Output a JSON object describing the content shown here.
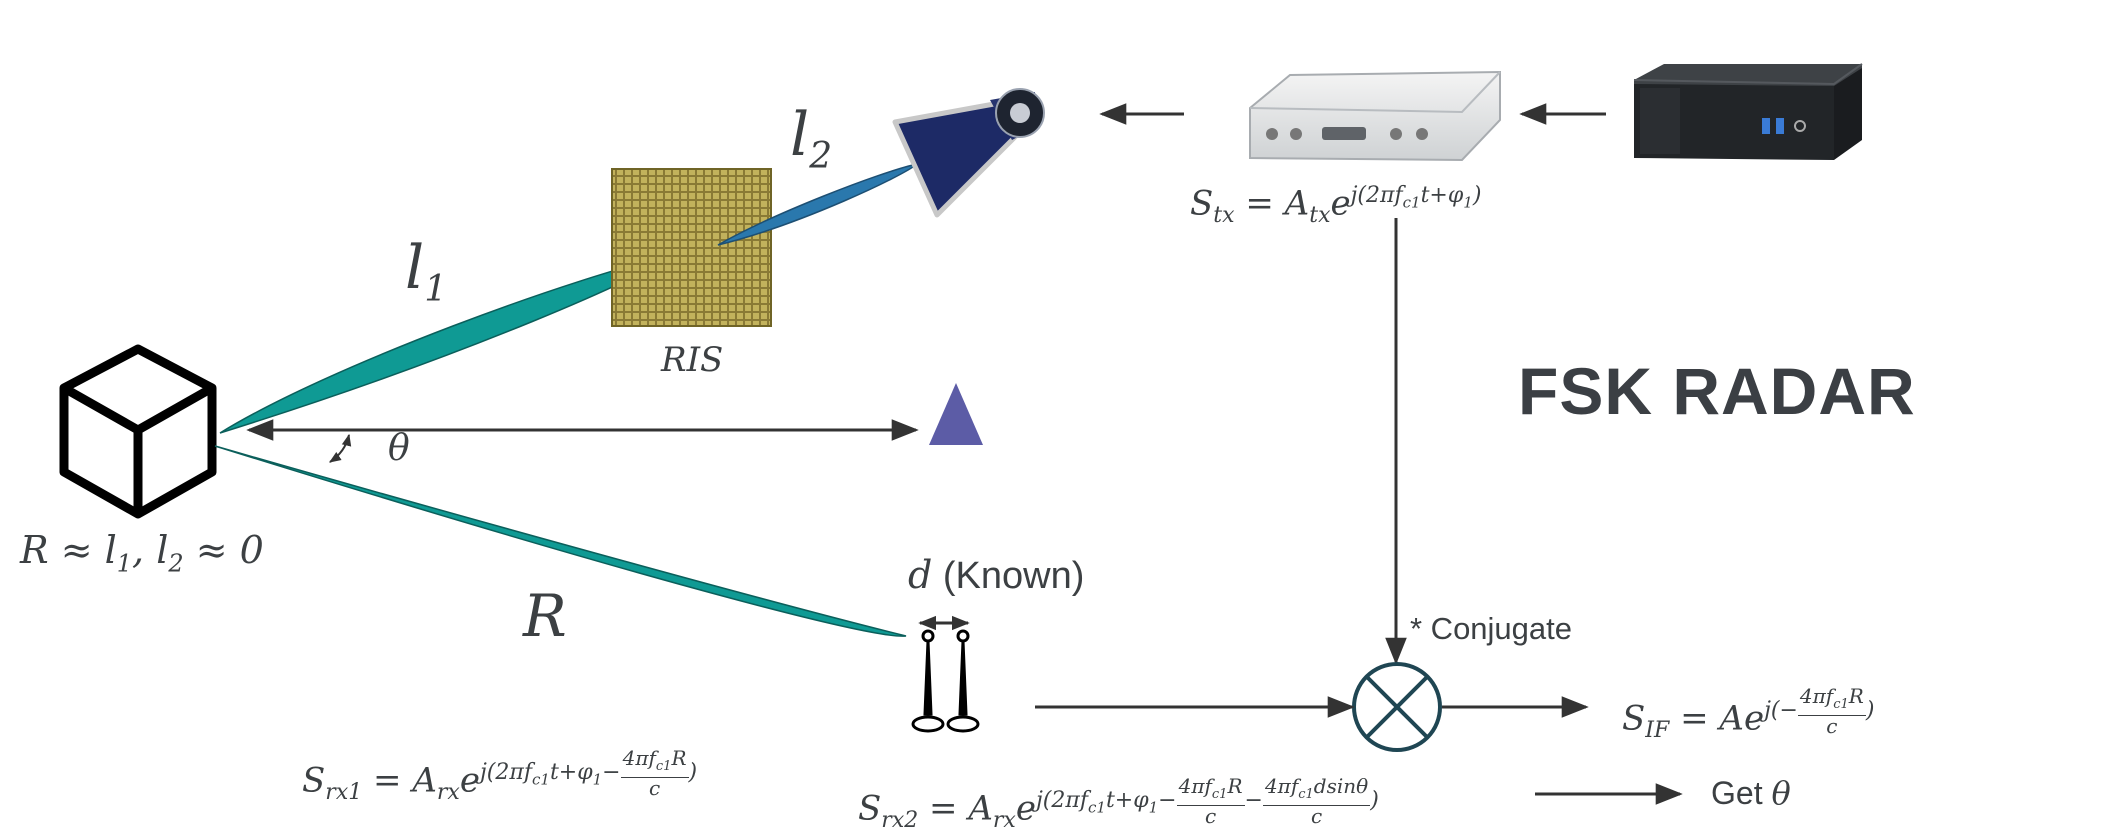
{
  "title": "FSK RADAR",
  "labels": {
    "l1": "l",
    "l1_sub": "1",
    "l2": "l",
    "l2_sub": "2",
    "ris": "RIS",
    "theta": "θ",
    "range_r": "R",
    "approx_lhs": "R ≈ l",
    "approx_sub1": "1",
    "approx_mid": ", l",
    "approx_sub2": "2",
    "approx_rhs": " ≈ 0",
    "d_symbol": "d",
    "d_known": " (Known)",
    "conjugate": "* Conjugate",
    "get_theta_text": "Get ",
    "get_theta_symbol": "θ"
  },
  "equations": {
    "stx": "S_tx = A_tx e^{j(2πf_c1 t+φ_1)}",
    "srx1": "S_rx1 = A_rx e^{j(2πf_c1 t+φ_1−4πf_c1 R/c)}",
    "srx2": "S_rx2 = A_rx e^{j(2πf_c1 t+φ_1−4πf_c1 R/c−4πf_c1 d sinθ/c)}",
    "sif": "S_IF = A e^{j(−4πf_c1 R/c)}"
  },
  "colors": {
    "beam": "#0f9a94",
    "beam_stroke": "#0b5f5b",
    "beam_blue": "#2a78ad",
    "mixer": "#1f4653",
    "target": "#5c5ca6",
    "arrow": "#333333"
  },
  "icons": [
    "cube-icon",
    "ris-panel-icon",
    "horn-antenna-icon",
    "sdr-device-icon",
    "mini-pc-icon",
    "target-triangle-icon",
    "rx-antenna-pair-icon",
    "mixer-icon"
  ]
}
